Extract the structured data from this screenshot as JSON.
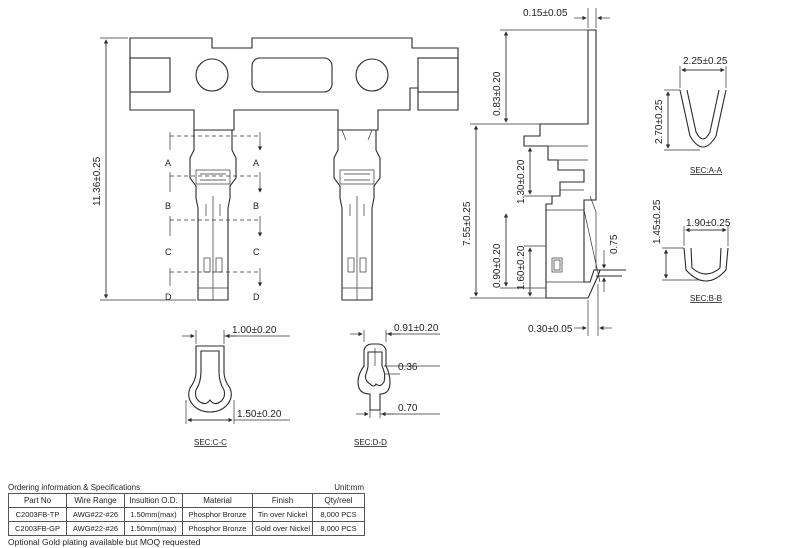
{
  "dimensions": {
    "overall_height": "11.36±0.25",
    "d_0_15": "0.15±0.05",
    "d_0_83": "0.83±0.20",
    "d_7_55": "7.55±0.25",
    "d_1_30": "1.30±0.20",
    "d_0_90": "0.90±0.20",
    "d_1_60": "1.60±0.20",
    "d_0_75": "0.75",
    "d_0_30": "0.30±0.05",
    "sec_a_width": "2.25±0.25",
    "sec_a_height": "2.70±0.25",
    "sec_b_width": "1.90±0.25",
    "sec_b_height": "1.45±0.25",
    "sec_c_top": "1.00±0.20",
    "sec_c_bottom": "1.50±0.20",
    "sec_d_top": "0.91±0.20",
    "sec_d_mid": "0.36",
    "sec_d_bottom": "0.70"
  },
  "section_letters": {
    "a": "A",
    "b": "B",
    "c": "C",
    "d": "D"
  },
  "section_labels": {
    "a": "SEC:A-A",
    "b": "SEC:B-B",
    "c": "SEC:C-C",
    "d": "SEC:D-D"
  },
  "table": {
    "title": "Ordering information & Specifications",
    "unit": "Unit:mm",
    "headers": [
      "Part No",
      "Wire Range",
      "Insultion O.D.",
      "Material",
      "Finish",
      "Qty/reel"
    ],
    "rows": [
      [
        "C2003FB-TP",
        "AWG#22-#26",
        "1.50mm(max)",
        "Phosphor Bronze",
        "Tin over Nickel",
        "8,000 PCS"
      ],
      [
        "C2003FB-GP",
        "AWG#22-#26",
        "1.50mm(max)",
        "Phosphor Bronze",
        "Gold over Nickel",
        "8,000 PCS"
      ]
    ],
    "note": "Optional Gold plating available but MOQ requested"
  }
}
